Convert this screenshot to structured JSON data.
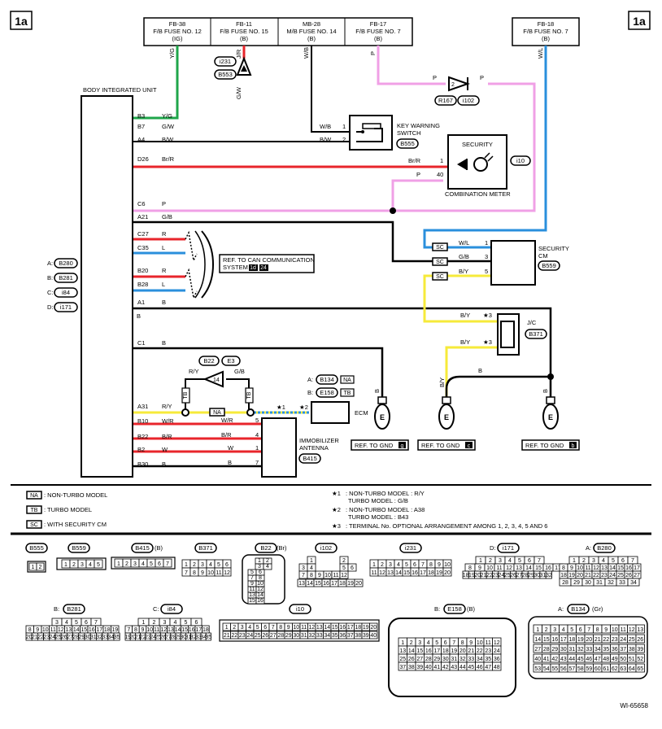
{
  "page_tag": "1a",
  "diagram_id": "WI-65658",
  "colors": {
    "red": "#e8252b",
    "green": "#1fa64a",
    "blue": "#2a8fdc",
    "pink": "#f0a0e6",
    "yellow": "#f6ea3a",
    "black": "#000000"
  },
  "fuses": [
    {
      "id": "FB-38",
      "line2": "F/B FUSE NO. 12",
      "line3": "(IG)"
    },
    {
      "id": "FB-11",
      "line2": "F/B FUSE NO. 15",
      "line3": "(B)"
    },
    {
      "id": "MB-28",
      "line2": "M/B FUSE NO. 14",
      "line3": "(B)"
    },
    {
      "id": "FB-17",
      "line2": "F/B FUSE NO. 7",
      "line3": "(B)"
    },
    {
      "id": "FB-18",
      "line2": "F/B FUSE NO. 7",
      "line3": "(B)"
    }
  ],
  "units": {
    "body_integrated": "BODY INTEGRATED UNIT",
    "key_warning": [
      "KEY WARNING",
      "SWITCH"
    ],
    "security": "SECURITY",
    "combination_meter": "COMBINATION METER",
    "security_cm": [
      "SECURITY",
      "CM"
    ],
    "jc": "J/C",
    "ecm": "ECM",
    "immobilizer": [
      "IMMOBILIZER",
      "ANTENNA"
    ],
    "can_ref": [
      "REF. TO CAN COMMUNICATION",
      "SYSTEM"
    ],
    "can_boxes": [
      "1d",
      "24"
    ]
  },
  "connector_labels": {
    "i231": "i231",
    "B553": "B553",
    "B555": "B555",
    "R167": "R167",
    "i102": "i102",
    "i10": "i10",
    "B559": "B559",
    "B371": "B371",
    "B22": "B22",
    "E3": "E3",
    "B134": "B134",
    "E158": "E158",
    "B415": "B415"
  },
  "bcu_pins": [
    {
      "pin": "B3",
      "wire": "Y/G"
    },
    {
      "pin": "B7",
      "wire": "G/W"
    },
    {
      "pin": "A4",
      "wire": "B/W"
    },
    {
      "pin": "D26",
      "wire": "Br/R"
    },
    {
      "pin": "C6",
      "wire": "P"
    },
    {
      "pin": "A21",
      "wire": "G/B"
    },
    {
      "pin": "C27",
      "wire": "R"
    },
    {
      "pin": "C35",
      "wire": "L"
    },
    {
      "pin": "B20",
      "wire": "R"
    },
    {
      "pin": "B28",
      "wire": "L"
    },
    {
      "pin": "A1",
      "wire": "B"
    },
    {
      "pin": "C1",
      "wire": "B"
    },
    {
      "pin": "A31",
      "wire": "R/Y"
    },
    {
      "pin": "B10",
      "wire": "W/R"
    },
    {
      "pin": "B22",
      "wire": "B/R"
    },
    {
      "pin": "B2",
      "wire": "W"
    },
    {
      "pin": "B30",
      "wire": "B"
    }
  ],
  "bcu_connectors": [
    {
      "letter": "A:",
      "code": "B280"
    },
    {
      "letter": "B:",
      "code": "B281"
    },
    {
      "letter": "C:",
      "code": "i84"
    },
    {
      "letter": "D:",
      "code": "i171"
    }
  ],
  "wire_labels": {
    "yg": "Y/G",
    "jr": "J/R",
    "gw": "G/W",
    "wb": "W/B",
    "p": "P",
    "wl": "W/L",
    "bw": "B/W",
    "brr": "Br/R",
    "gb": "G/B",
    "by": "B/Y",
    "b": "B",
    "ry": "R/Y",
    "wr": "W/R",
    "br": "B/R",
    "w": "W",
    "sc": "SC",
    "na": "NA",
    "tb": "TB",
    "star1": "★1",
    "star2": "★2",
    "star3": "★3",
    "pin1": "1",
    "pin2": "2",
    "pin3": "3",
    "pin4": "4",
    "pin5": "5",
    "pin7": "7",
    "pin14": "14",
    "pin40": "40",
    "a": "A:",
    "bcolon": "B:"
  },
  "grounds": [
    {
      "text": "REF. TO GND",
      "code": "g"
    },
    {
      "text": "REF. TO GND",
      "code": "c"
    },
    {
      "text": "REF. TO GND",
      "code": "b"
    }
  ],
  "legend_left": [
    {
      "box": "NA",
      "text": ": NON-TURBO MODEL"
    },
    {
      "box": "TB",
      "text": ": TURBO MODEL"
    },
    {
      "box": "SC",
      "text": ": WITH SECURITY CM"
    }
  ],
  "legend_right": [
    {
      "star": "★1",
      "lines": [
        ": NON-TURBO MODEL   : R/Y",
        "  TURBO MODEL   : G/B"
      ]
    },
    {
      "star": "★2",
      "lines": [
        ": NON-TURBO MODEL   : A38",
        "  TURBO MODEL   : B43"
      ]
    },
    {
      "star": "★3",
      "lines": [
        ": TERMINAL No. OPTIONAL ARRANGEMENT AMONG 1, 2, 3, 4, 5 AND 6"
      ]
    }
  ],
  "connector_views": {
    "B555": {
      "label": "B555",
      "pins": [
        "1",
        "2"
      ]
    },
    "B559": {
      "label": "B559",
      "pins": [
        "1",
        "2",
        "3",
        "4",
        "5"
      ]
    },
    "B415": {
      "label": "B415",
      "suffix": "(B)",
      "pins": [
        "1",
        "2",
        "3",
        "4",
        "5",
        "6",
        "7"
      ]
    },
    "B371": {
      "label": "B371",
      "row1": [
        "1",
        "2",
        "3",
        "4",
        "5",
        "6"
      ],
      "row2": [
        "7",
        "8",
        "9",
        "10",
        "11",
        "12"
      ]
    },
    "B22": {
      "label": "B22",
      "suffix": "(Br)",
      "rows": [
        [
          "1",
          "2"
        ],
        [
          "3",
          "4"
        ],
        [
          "5",
          "6"
        ],
        [
          "7",
          "8"
        ],
        [
          "9",
          "10"
        ],
        [
          "11",
          "12"
        ],
        [
          "13",
          "14"
        ],
        [
          "15",
          "16"
        ]
      ]
    },
    "i102": {
      "label": "i102",
      "rows": [
        [
          "1",
          "2"
        ],
        [
          "3",
          "4",
          "5",
          "6"
        ],
        [
          "7",
          "8",
          "9",
          "10",
          "11",
          "12"
        ],
        [
          "13",
          "14",
          "15",
          "16",
          "17",
          "18",
          "19",
          "20"
        ]
      ]
    },
    "i231": {
      "label": "i231",
      "row1": [
        "1",
        "2",
        "3",
        "4",
        "5",
        "6",
        "7",
        "8",
        "9",
        "10"
      ],
      "row2": [
        "11",
        "12",
        "13",
        "14",
        "15",
        "16",
        "17",
        "18",
        "19",
        "20"
      ]
    },
    "i171": {
      "letter": "D:",
      "label": "i171",
      "row1": [
        "1",
        "2",
        "3",
        "4",
        "5",
        "6",
        "7"
      ],
      "row2": [
        "8",
        "9",
        "10",
        "11",
        "12",
        "13",
        "14",
        "15",
        "16",
        "17"
      ],
      "row3": [
        "18",
        "19",
        "20",
        "21",
        "22",
        "23",
        "24",
        "25",
        "26",
        "27",
        "28",
        "29",
        "30",
        "31",
        "32"
      ]
    },
    "B280": {
      "letter": "A:",
      "label": "B280",
      "row1": [
        "1",
        "2",
        "3",
        "4",
        "5",
        "6",
        "7"
      ],
      "row2": [
        "8",
        "9",
        "10",
        "11",
        "12",
        "13",
        "14",
        "15",
        "16",
        "17"
      ],
      "row3": [
        "18",
        "19",
        "20",
        "21",
        "22",
        "23",
        "24",
        "25",
        "26",
        "27"
      ],
      "row4": [
        "28",
        "29",
        "30",
        "31",
        "32",
        "33",
        "34"
      ]
    },
    "B281": {
      "letter": "B:",
      "label": "B281",
      "row1": [
        "3",
        "4",
        "5",
        "6",
        "7"
      ],
      "row2": [
        "8",
        "9",
        "10",
        "11",
        "12",
        "13",
        "14",
        "15",
        "16",
        "17",
        "18",
        "19"
      ],
      "row3": [
        "20",
        "21",
        "22",
        "23",
        "24",
        "25",
        "26",
        "27",
        "28",
        "29",
        "30",
        "31",
        "32",
        "33",
        "34",
        "35"
      ]
    },
    "i84": {
      "letter": "C:",
      "label": "i84",
      "row1": [
        "1",
        "2",
        "3",
        "4",
        "5",
        "6"
      ],
      "row2": [
        "7",
        "8",
        "9",
        "10",
        "11",
        "12",
        "13",
        "14",
        "15",
        "16",
        "17",
        "18"
      ],
      "row3": [
        "19",
        "20",
        "21",
        "22",
        "23",
        "24",
        "25",
        "26",
        "27",
        "28",
        "29",
        "30",
        "31",
        "32",
        "33",
        "34",
        "35"
      ]
    },
    "i10": {
      "label": "i10",
      "row1": [
        "1",
        "2",
        "3",
        "4",
        "5",
        "6",
        "7",
        "8",
        "9",
        "10",
        "11",
        "12",
        "13",
        "14",
        "15",
        "16",
        "17",
        "18",
        "19",
        "20",
        "21",
        "22",
        "23",
        "24",
        "25",
        "26",
        "27",
        "28",
        "29",
        "30",
        "31",
        "32",
        "33",
        "34",
        "35",
        "36",
        "37",
        "38",
        "39",
        "40"
      ]
    },
    "E158": {
      "letter": "B:",
      "label": "E158",
      "suffix": "(B)",
      "row1": [
        "1",
        "2",
        "3",
        "4",
        "5",
        "6",
        "7",
        "8",
        "9",
        "10",
        "11",
        "12"
      ],
      "row2": [
        "13",
        "14",
        "15",
        "16",
        "17",
        "18",
        "19",
        "20",
        "21",
        "22",
        "23",
        "24"
      ],
      "row3": [
        "25",
        "26",
        "27",
        "28",
        "29",
        "30",
        "31",
        "32",
        "33",
        "34",
        "35",
        "36"
      ],
      "row4": [
        "37",
        "38",
        "39",
        "40",
        "41",
        "42",
        "43",
        "44",
        "45",
        "46",
        "47",
        "48"
      ]
    },
    "B134": {
      "letter": "A:",
      "label": "B134",
      "suffix": "(Gr)",
      "row1": [
        "1",
        "2",
        "3",
        "4",
        "5",
        "6",
        "7",
        "8",
        "9",
        "10",
        "11",
        "12",
        "13"
      ],
      "row2": [
        "14",
        "15",
        "16",
        "17",
        "18",
        "19",
        "20",
        "21",
        "22",
        "23",
        "24",
        "25",
        "26"
      ],
      "row3": [
        "27",
        "28",
        "29",
        "30",
        "31",
        "32",
        "33",
        "34",
        "35",
        "36",
        "37",
        "38",
        "39"
      ],
      "row4": [
        "40",
        "41",
        "42",
        "43",
        "44",
        "45",
        "46",
        "47",
        "48",
        "49",
        "50",
        "51",
        "52"
      ],
      "row5": [
        "53",
        "54",
        "55",
        "56",
        "57",
        "58",
        "59",
        "60",
        "61",
        "62",
        "63",
        "64",
        "65"
      ]
    }
  }
}
